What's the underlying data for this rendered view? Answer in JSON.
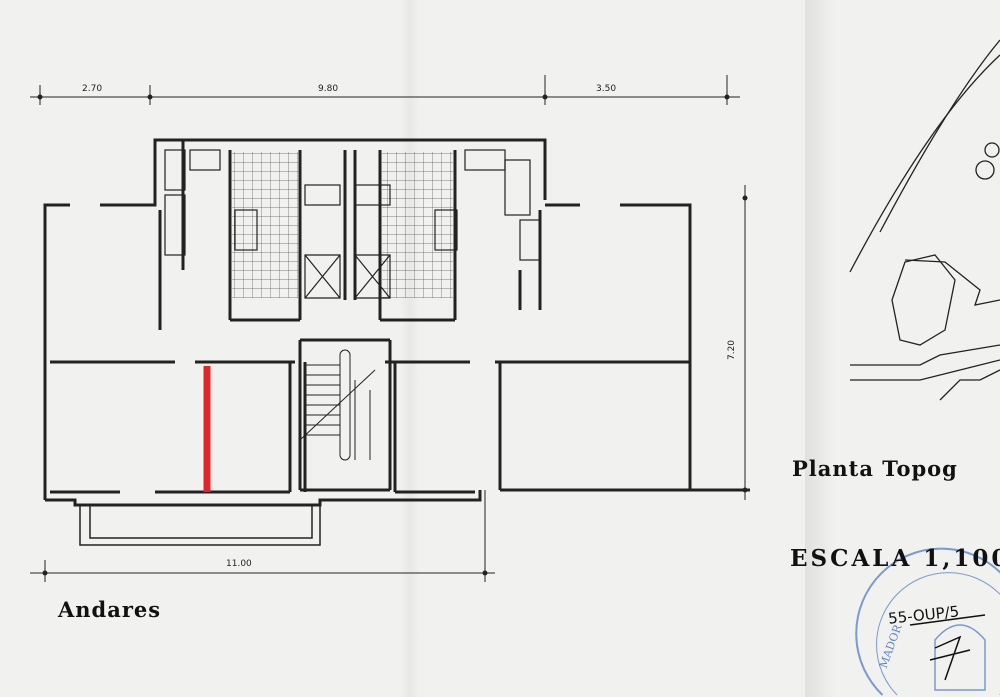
{
  "drawing": {
    "dimensions": {
      "top_left": "2.70",
      "top_center": "9.80",
      "top_right": "3.50",
      "right_vertical": "7.20",
      "bottom": "11.00"
    },
    "floor_label": "Andares",
    "plan_title": "Planta Topog",
    "scale_label": "ESCALA 1,100",
    "stamp": {
      "handwritten": "55-OUP/5",
      "seal_text": "MADOR"
    },
    "highlight_color": "#e0262b"
  }
}
